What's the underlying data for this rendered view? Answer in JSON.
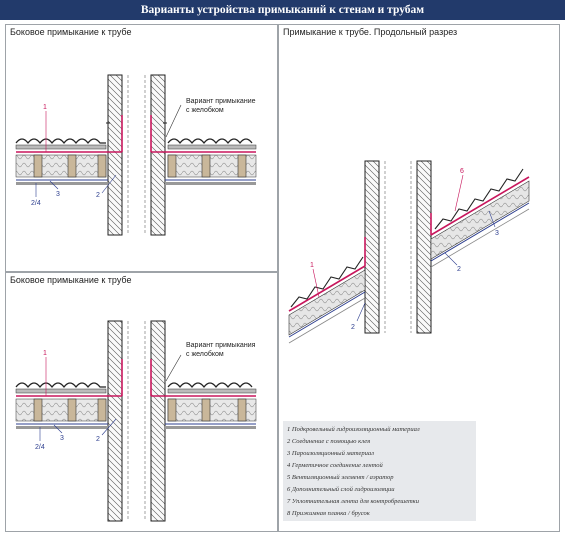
{
  "header": {
    "title": "Варианты устройства примыканий к стенам и трубам"
  },
  "panels": {
    "side_top": {
      "title": "Боковое примыкание к трубе",
      "callout": [
        "Вариант примыкание",
        "с желобком"
      ],
      "labels": [
        "1",
        "2",
        "3",
        "2/4"
      ]
    },
    "side_bottom": {
      "title": "Боковое примыкание к трубе",
      "callout": [
        "Вариант примыкания",
        "с желобком"
      ],
      "labels": [
        "1",
        "2",
        "3",
        "2/4"
      ]
    },
    "section": {
      "title": "Примыкание к трубе. Продольный разрез",
      "labels": [
        "1",
        "2",
        "3",
        "2",
        "6"
      ]
    }
  },
  "legend": {
    "items": [
      "1 Подкровельный гидроизоляционный материал",
      "2 Соединение с помощью клея",
      "3 Пароизоляционный материал",
      "4 Герметичное соединение лентой",
      "5 Вентиляционный элемент / аэратор",
      "6 Дополнительный слой гидроизоляции",
      "7 Уплотнительная лента для контробрешетки",
      "8 Прижимная планка / брусок"
    ]
  },
  "colors": {
    "header": "#223a6b",
    "membrane": "#c8175d",
    "label_blue": "#2e3f8f",
    "legend_bg": "#e7e9ec"
  }
}
